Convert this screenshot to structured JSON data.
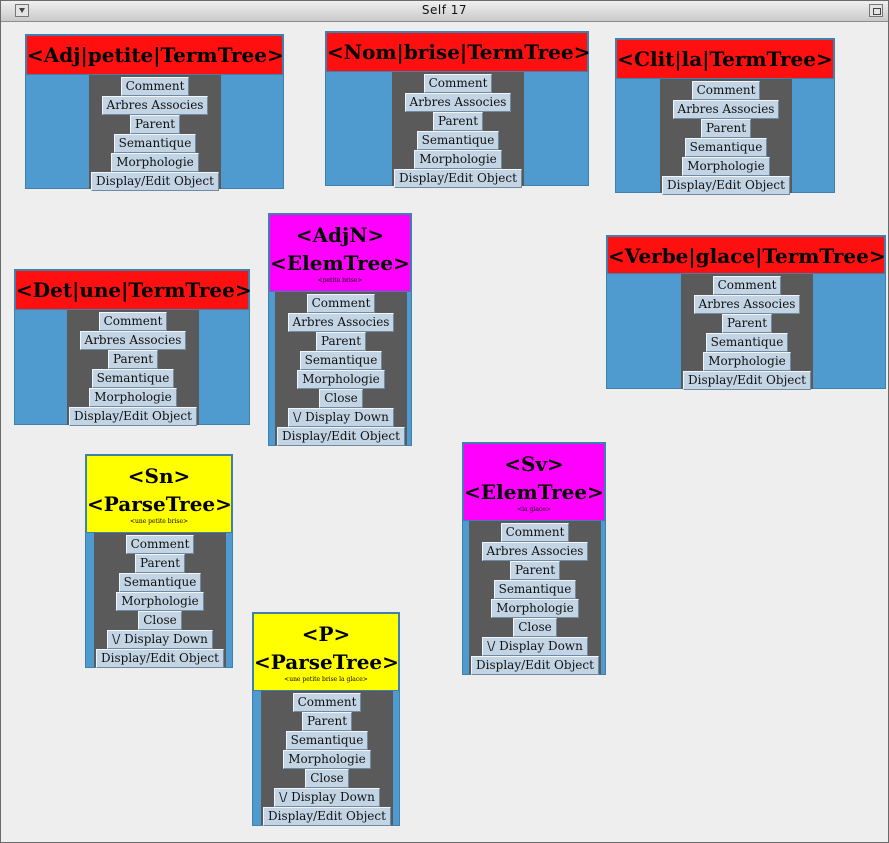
{
  "window": {
    "title": "Self 17"
  },
  "outliners": [
    {
      "id": "adj-petite",
      "title_lines": [
        "<Adj|petite|TermTree>"
      ],
      "subtitle": "",
      "color": "#ff1010",
      "slots": [
        "Comment",
        "Arbres Associes",
        "Parent",
        "Semantique",
        "Morphologie",
        "Display/Edit Object"
      ]
    },
    {
      "id": "nom-brise",
      "title_lines": [
        "<Nom|brise|TermTree>"
      ],
      "subtitle": "",
      "color": "#ff1010",
      "slots": [
        "Comment",
        "Arbres Associes",
        "Parent",
        "Semantique",
        "Morphologie",
        "Display/Edit Object"
      ]
    },
    {
      "id": "clit-la",
      "title_lines": [
        "<Clit|la|TermTree>"
      ],
      "subtitle": "",
      "color": "#ff1010",
      "slots": [
        "Comment",
        "Arbres Associes",
        "Parent",
        "Semantique",
        "Morphologie",
        "Display/Edit Object"
      ]
    },
    {
      "id": "adjn",
      "title_lines": [
        "<AdjN>",
        "<ElemTree>"
      ],
      "subtitle": "<petite brise>",
      "color": "#ff00ff",
      "slots": [
        "Comment",
        "Arbres Associes",
        "Parent",
        "Semantique",
        "Morphologie",
        "Close",
        "\\/ Display Down",
        "Display/Edit Object"
      ]
    },
    {
      "id": "verbe-glace",
      "title_lines": [
        "<Verbe|glace|TermTree>"
      ],
      "subtitle": "",
      "color": "#ff1010",
      "slots": [
        "Comment",
        "Arbres Associes",
        "Parent",
        "Semantique",
        "Morphologie",
        "Display/Edit Object"
      ]
    },
    {
      "id": "det-une",
      "title_lines": [
        "<Det|une|TermTree>"
      ],
      "subtitle": "",
      "color": "#ff1010",
      "slots": [
        "Comment",
        "Arbres Associes",
        "Parent",
        "Semantique",
        "Morphologie",
        "Display/Edit Object"
      ]
    },
    {
      "id": "sn",
      "title_lines": [
        "<Sn>",
        "<ParseTree>"
      ],
      "subtitle": "<une petite brise>",
      "color": "#ffff00",
      "slots": [
        "Comment",
        "Parent",
        "Semantique",
        "Morphologie",
        "Close",
        "\\/ Display Down",
        "Display/Edit Object"
      ]
    },
    {
      "id": "sv",
      "title_lines": [
        "<Sv>",
        "<ElemTree>"
      ],
      "subtitle": "<la glace>",
      "color": "#ff00ff",
      "slots": [
        "Comment",
        "Arbres Associes",
        "Parent",
        "Semantique",
        "Morphologie",
        "Close",
        "\\/ Display Down",
        "Display/Edit Object"
      ]
    },
    {
      "id": "p",
      "title_lines": [
        "<P>",
        "<ParseTree>"
      ],
      "subtitle": "<une petite brise la glace>",
      "color": "#ffff00",
      "slots": [
        "Comment",
        "Parent",
        "Semantique",
        "Morphologie",
        "Close",
        "\\/ Display Down",
        "Display/Edit Object"
      ]
    }
  ]
}
